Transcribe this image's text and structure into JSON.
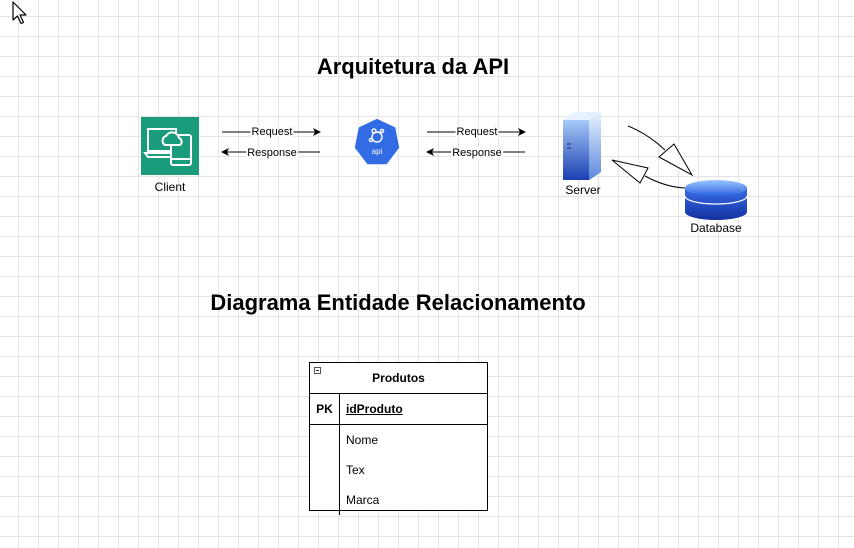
{
  "architecture": {
    "title": "Arquitetura da API",
    "client_label": "Client",
    "api_icon_text": "api",
    "server_label": "Server",
    "database_label": "Database",
    "request_label": "Request",
    "response_label": "Response",
    "colors": {
      "client": "#1a9b7b",
      "api": "#326ce5",
      "server_top": "#9ecbff",
      "server_bottom": "#1b3fb0",
      "db": "#1f4fd1"
    }
  },
  "er_diagram": {
    "title": "Diagrama Entidade Relacionamento",
    "entity": {
      "name": "Produtos",
      "pk_label": "PK",
      "pk_field": "idProduto",
      "fields": [
        "Nome",
        "Tex",
        "Marca"
      ]
    }
  }
}
